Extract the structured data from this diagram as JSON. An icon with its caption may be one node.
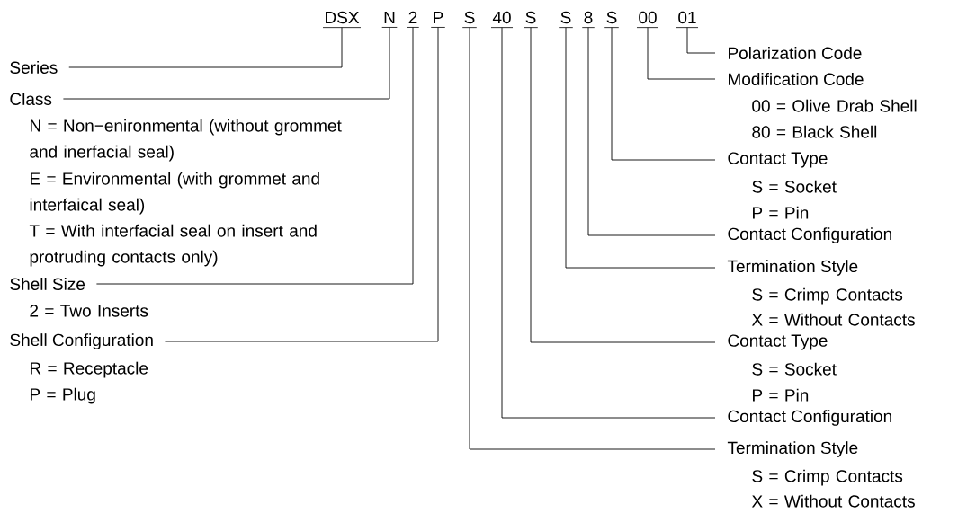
{
  "diagram": {
    "nodes": [
      {
        "text": [
          "DSX"
        ]
      },
      {
        "text": [
          "N"
        ]
      },
      {
        "text": [
          "2"
        ]
      },
      {
        "text": [
          "P"
        ]
      },
      {
        "text": [
          "S"
        ]
      },
      {
        "text": [
          "40"
        ]
      },
      {
        "text": [
          "S"
        ]
      },
      {
        "text": [
          "S"
        ]
      },
      {
        "text": [
          "8"
        ]
      },
      {
        "text": [
          "S"
        ]
      },
      {
        "text": [
          "00"
        ]
      },
      {
        "text": [
          "01"
        ]
      },
      {
        "text": [
          "Series"
        ]
      },
      {
        "text": [
          "Class"
        ],
        "beside": [
          "N = Non−enironmental (without grommet and inerfacial seal)",
          "E = Environmental (with grommet and interfaical seal)",
          "T = With interfacial seal on insert and protruding contacts only)"
        ]
      },
      {
        "text": [
          "Shell Size"
        ],
        "beside": [
          "2 = Two Inserts"
        ]
      },
      {
        "text": [
          "Shell Configuration"
        ],
        "beside": [
          "R = Receptacle",
          "P = Plug"
        ]
      },
      {
        "text": [
          "Polarization Code"
        ]
      },
      {
        "text": [
          "Modification Code"
        ],
        "beside": [
          "00 = Olive Drab Shell",
          "80 = Black Shell"
        ]
      },
      {
        "text": [
          "Contact Type"
        ],
        "beside": [
          "S = Socket",
          "P = Pin"
        ]
      },
      {
        "text": [
          "Contact Configuration"
        ]
      },
      {
        "text": [
          "Termination Style"
        ],
        "beside": [
          "S = Crimp Contacts",
          "X = Without Contacts"
        ]
      },
      {
        "text": [
          "Contact Type"
        ],
        "beside": [
          "S = Socket",
          "P = Pin"
        ]
      },
      {
        "text": [
          "Contact Configuration"
        ]
      },
      {
        "text": [
          "Termination Style"
        ],
        "beside": [
          "S = Crimp Contacts",
          "X = Without Contacts"
        ]
      }
    ],
    "edges": [
      {
        "from": 0,
        "to": 12,
        "arrow": "none"
      },
      {
        "from": 1,
        "to": 13,
        "arrow": "none"
      },
      {
        "from": 2,
        "to": 14,
        "arrow": "none"
      },
      {
        "from": 3,
        "to": 15,
        "arrow": "none"
      },
      {
        "from": 11,
        "to": 16,
        "arrow": "none"
      },
      {
        "from": 10,
        "to": 17,
        "arrow": "none"
      },
      {
        "from": 9,
        "to": 18,
        "arrow": "none"
      },
      {
        "from": 8,
        "to": 19,
        "arrow": "none"
      },
      {
        "from": 7,
        "to": 20,
        "arrow": "none"
      },
      {
        "from": 6,
        "to": 21,
        "arrow": "none"
      },
      {
        "from": 5,
        "to": 22,
        "arrow": "none"
      },
      {
        "from": 4,
        "to": 23,
        "arrow": "none"
      }
    ]
  }
}
